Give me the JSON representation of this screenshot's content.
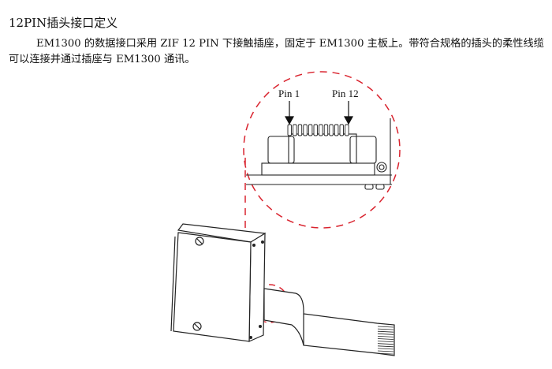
{
  "section_title": "12PIN插头接口定义",
  "paragraph": "EM1300 的数据接口采用 ZIF  12 PIN 下接触插座，固定于 EM1300 主板上。带符合规格的插头的柔性线缆可以连接并通过插座与 EM1300 通讯。",
  "figure": {
    "pin_first_label": "Pin 1",
    "pin_last_label": "Pin 12",
    "highlight_color": "#d9232e"
  }
}
